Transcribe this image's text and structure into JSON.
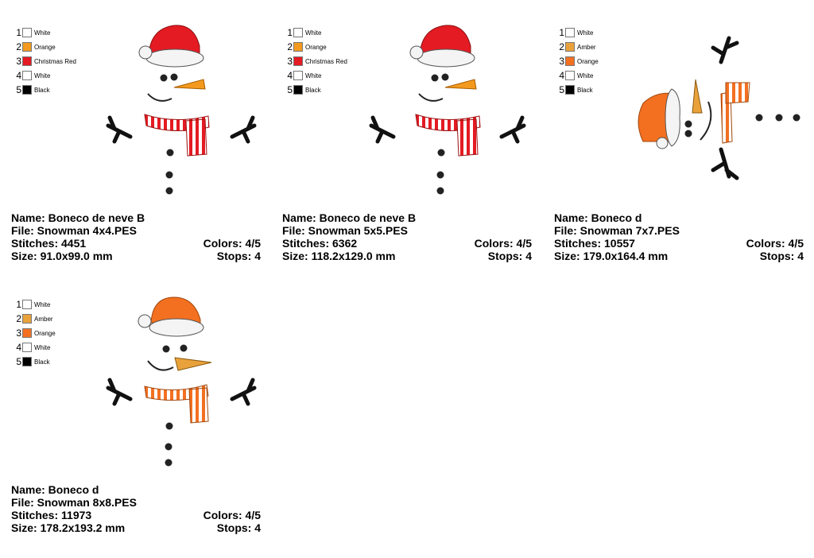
{
  "cards": [
    {
      "legend": [
        {
          "num": "1",
          "name": "White",
          "color": "#ffffff"
        },
        {
          "num": "2",
          "name": "Orange",
          "color": "#f39a1e"
        },
        {
          "num": "3",
          "name": "Christmas Red",
          "color": "#e41b23"
        },
        {
          "num": "4",
          "name": "White",
          "color": "#ffffff"
        },
        {
          "num": "5",
          "name": "Black",
          "color": "#000000"
        }
      ],
      "name": "Name: Boneco de neve B",
      "file": "File: Snowman 4x4.PES",
      "stitches": "Stitches: 4451",
      "colors": "Colors: 4/5",
      "size": "Size: 91.0x99.0 mm",
      "stops": "Stops: 4"
    },
    {
      "legend": [
        {
          "num": "1",
          "name": "White",
          "color": "#ffffff"
        },
        {
          "num": "2",
          "name": "Orange",
          "color": "#f39a1e"
        },
        {
          "num": "3",
          "name": "Christmas Red",
          "color": "#e41b23"
        },
        {
          "num": "4",
          "name": "White",
          "color": "#ffffff"
        },
        {
          "num": "5",
          "name": "Black",
          "color": "#000000"
        }
      ],
      "name": "Name: Boneco de neve B",
      "file": "File: Snowman 5x5.PES",
      "stitches": "Stitches: 6362",
      "colors": "Colors: 4/5",
      "size": "Size: 118.2x129.0 mm",
      "stops": "Stops: 4"
    },
    {
      "legend": [
        {
          "num": "1",
          "name": "White",
          "color": "#ffffff"
        },
        {
          "num": "2",
          "name": "Amber",
          "color": "#e9a23b"
        },
        {
          "num": "3",
          "name": "Orange",
          "color": "#f37021"
        },
        {
          "num": "4",
          "name": "White",
          "color": "#ffffff"
        },
        {
          "num": "5",
          "name": "Black",
          "color": "#000000"
        }
      ],
      "name": "Name: Boneco d",
      "file": "File: Snowman 7x7.PES",
      "stitches": "Stitches: 10557",
      "colors": "Colors: 4/5",
      "size": "Size: 179.0x164.4 mm",
      "stops": "Stops: 4"
    },
    {
      "legend": [
        {
          "num": "1",
          "name": "White",
          "color": "#ffffff"
        },
        {
          "num": "2",
          "name": "Amber",
          "color": "#e9a23b"
        },
        {
          "num": "3",
          "name": "Orange",
          "color": "#f37021"
        },
        {
          "num": "4",
          "name": "White",
          "color": "#ffffff"
        },
        {
          "num": "5",
          "name": "Black",
          "color": "#000000"
        }
      ],
      "name": "Name: Boneco d",
      "file": "File: Snowman 8x8.PES",
      "stitches": "Stitches: 11973",
      "colors": "Colors: 4/5",
      "size": "Size: 178.2x193.2 mm",
      "stops": "Stops: 4"
    }
  ]
}
